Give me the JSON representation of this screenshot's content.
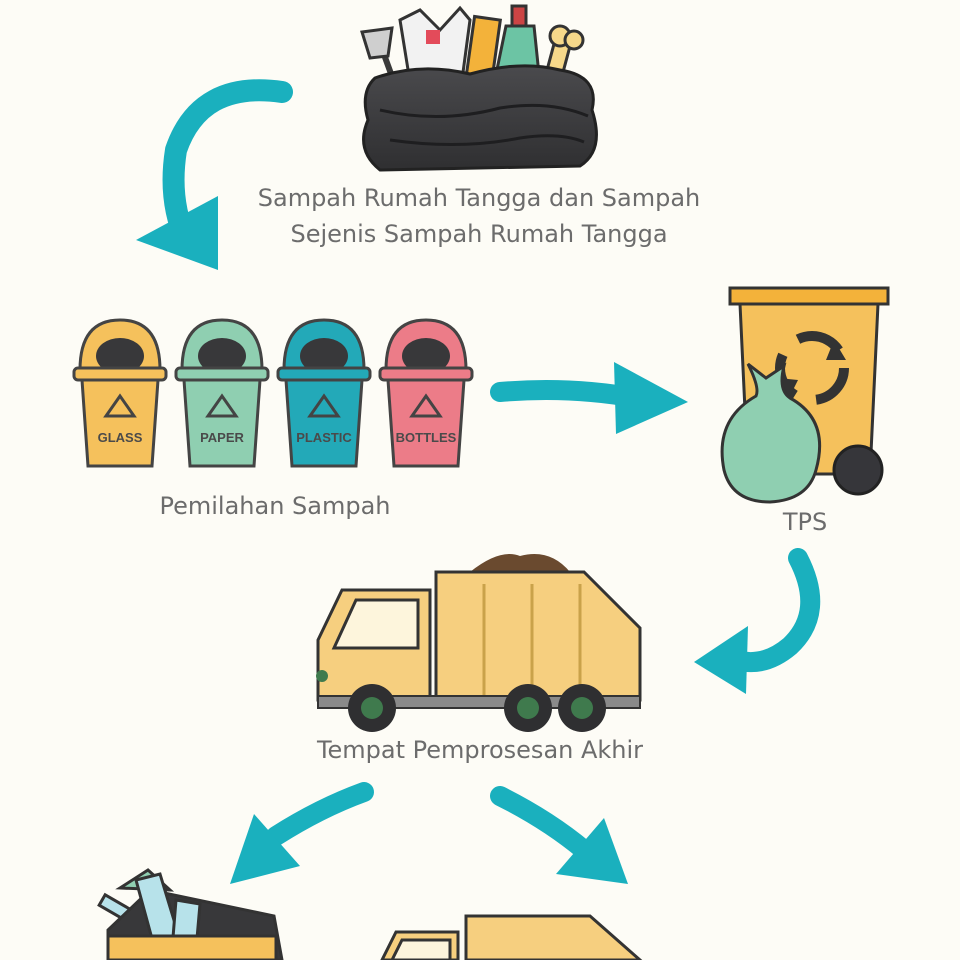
{
  "diagram": {
    "household_waste": {
      "label_line1": "Sampah Rumah Tangga dan Sampah",
      "label_line2": "Sejenis Sampah Rumah Tangga"
    },
    "sorting": {
      "label": "Pemilahan Sampah",
      "bins": [
        {
          "text": "GLASS",
          "color": "#f5c15c"
        },
        {
          "text": "PAPER",
          "color": "#8fcfb1"
        },
        {
          "text": "PLASTIC",
          "color": "#23a9b8"
        },
        {
          "text": "BOTTLES",
          "color": "#ec7c88"
        }
      ]
    },
    "tps": {
      "label": "TPS"
    },
    "final_processing": {
      "label": "Tempat Pemprosesan Akhir"
    }
  },
  "colors": {
    "arrow": "#1ab0be",
    "truck_body": "#f6cf7f",
    "dark": "#363638",
    "text": "#6c6c6c"
  }
}
